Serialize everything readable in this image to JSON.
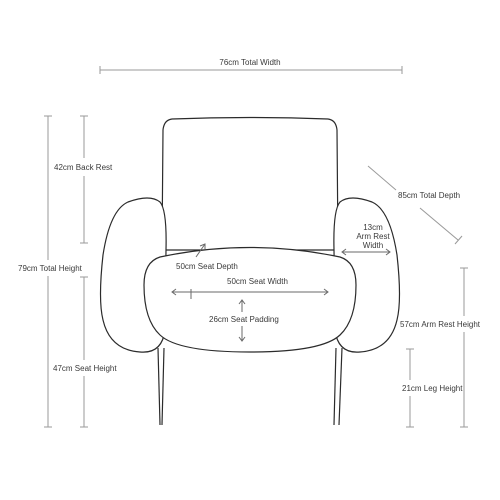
{
  "labels": {
    "total_width": "76cm Total Width",
    "back_rest": "42cm Back Rest",
    "total_height": "79cm Total Height",
    "seat_height": "47cm Seat Height",
    "total_depth": "85cm Total Depth",
    "arm_rest_width_line1": "13cm",
    "arm_rest_width_line2": "Arm Rest",
    "arm_rest_width_line3": "Width",
    "seat_depth": "50cm Seat Depth",
    "seat_width": "50cm Seat Width",
    "seat_padding": "26cm Seat Padding",
    "arm_rest_height": "57cm Arm Rest Height",
    "leg_height": "21cm Leg Height"
  },
  "colors": {
    "dimension_line": "#9a9a9a",
    "chair_outline": "#2b2b2b",
    "text": "#3a3a3a"
  }
}
